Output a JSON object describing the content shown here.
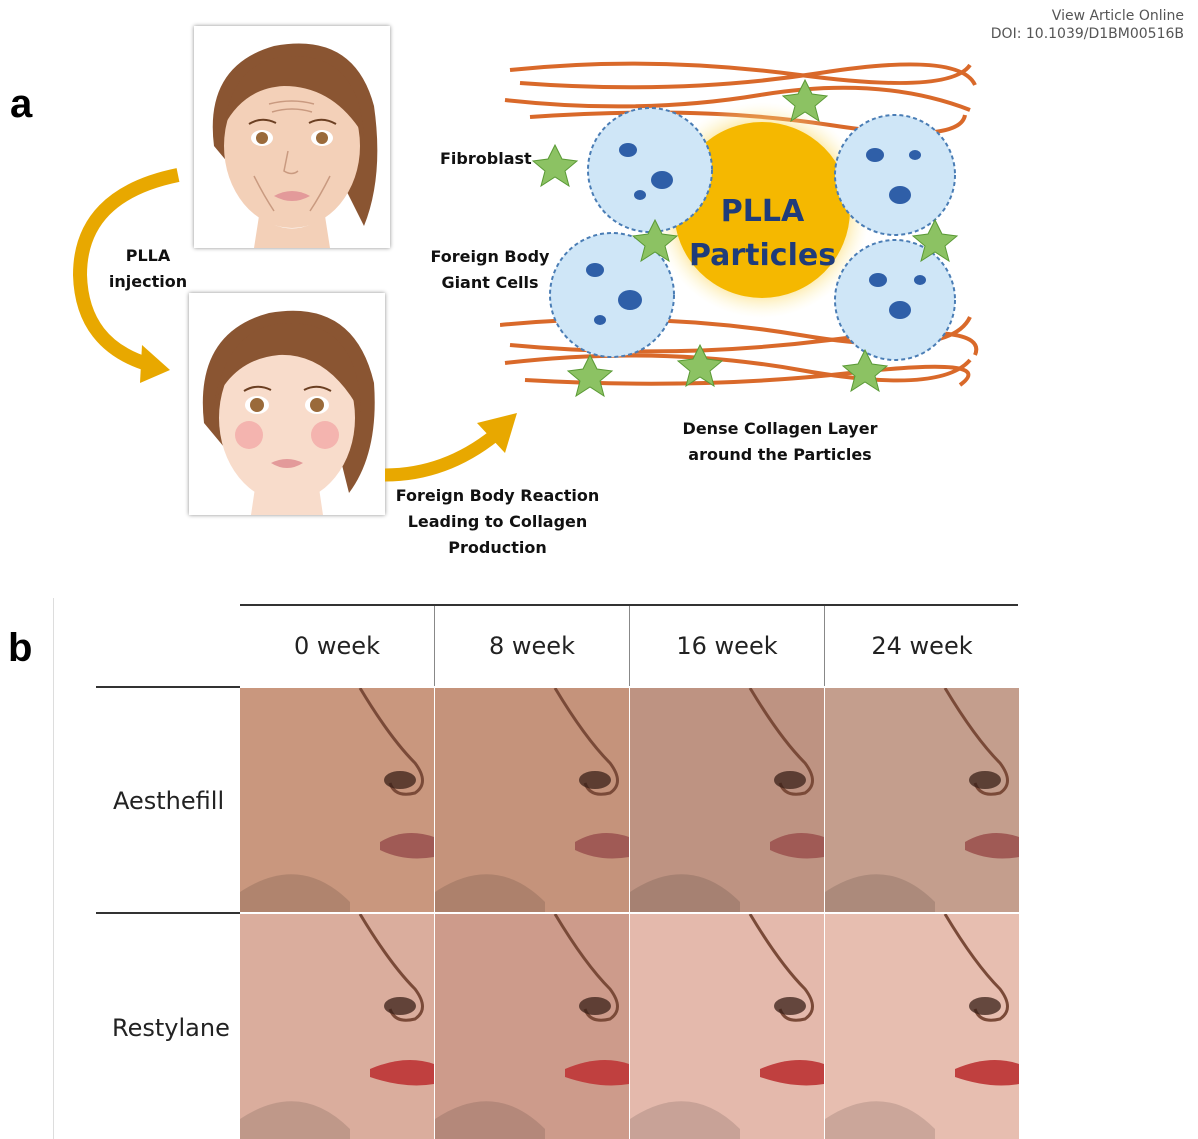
{
  "header": {
    "view_article": "View Article Online",
    "doi": "DOI: 10.1039/D1BM00516B"
  },
  "panel_a": {
    "letter": "a",
    "injection_line1": "PLLA",
    "injection_line2": "injection",
    "fibroblast": "Fibroblast",
    "fbgc_line1": "Foreign Body",
    "fbgc_line2": "Giant Cells",
    "particle_line1": "PLLA",
    "particle_line2": "Particles",
    "collagen_line1": "Dense Collagen Layer",
    "collagen_line2": "around the Particles",
    "reaction_line1": "Foreign Body Reaction",
    "reaction_line2": "Leading to Collagen",
    "reaction_line3": "Production"
  },
  "panel_b": {
    "letter": "b",
    "columns": [
      "0 week",
      "8 week",
      "16 week",
      "24 week"
    ],
    "rows": [
      "Aesthefill",
      "Restylane"
    ]
  },
  "colors": {
    "collagen": "#d9692a",
    "particle": "#f5b800",
    "cell": "#cfe6f7",
    "fibroblast": "#8cc263",
    "arrow": "#e8a800",
    "skin_light": "#f6d6c4",
    "skin_photo": "#c99277"
  }
}
